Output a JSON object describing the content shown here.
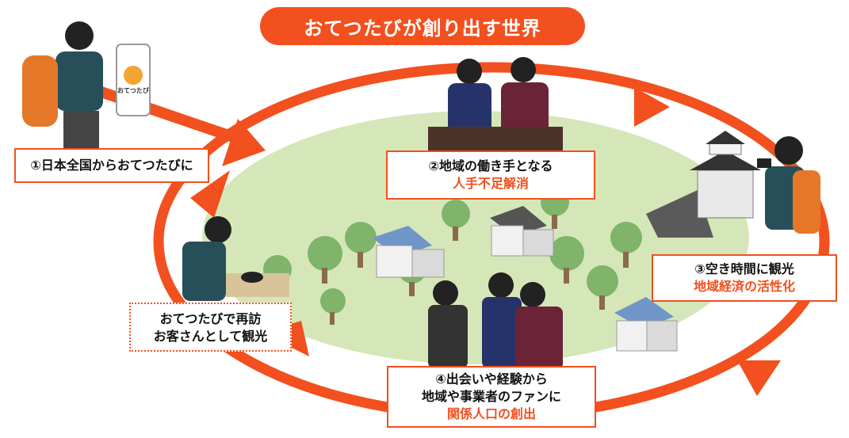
{
  "title": "おてつたびが創り出す世界",
  "app_icon_label": "おてつたび",
  "steps": [
    {
      "lines": [
        "①日本全国からおてつたびに"
      ],
      "highlight": ""
    },
    {
      "lines": [
        "②地域の働き手となる"
      ],
      "highlight": "人手不足解消"
    },
    {
      "lines": [
        "③空き時間に観光"
      ],
      "highlight": "地域経済の活性化"
    },
    {
      "lines": [
        "④出会いや経験から",
        "地域や事業者のファンに"
      ],
      "highlight": "関係人口の創出"
    },
    {
      "lines": [
        "おてつたびで再訪",
        "お客さんとして観光"
      ],
      "highlight": ""
    }
  ],
  "colors": {
    "accent": "#F2501E",
    "ground": "#D5E7B8",
    "tree": "#7FB46A",
    "house_blue": "#6F95C9"
  }
}
